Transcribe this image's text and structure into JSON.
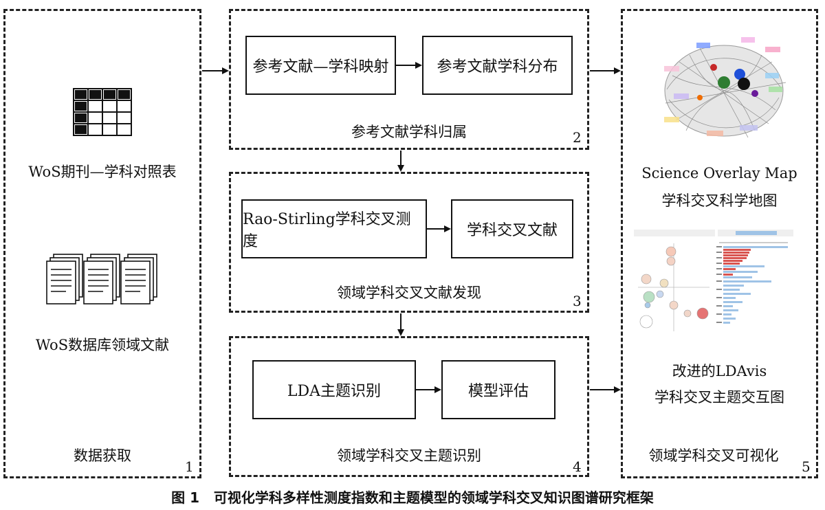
{
  "panel1": {
    "top_label": "WoS期刊—学科对照表",
    "bottom_label": "WoS数据库领域文献",
    "title": "数据获取",
    "number": "1",
    "icons": [
      "table-icon",
      "documents-icon"
    ]
  },
  "panel2": {
    "box_a": "参考文献—学科映射",
    "box_b": "参考文献学科分布",
    "title": "参考文献学科归属",
    "number": "2"
  },
  "panel3": {
    "box_a": "Rao-Stirling学科交叉测度",
    "box_b": "学科交叉文献",
    "title": "领域学科交叉文献发现",
    "number": "3"
  },
  "panel4": {
    "box_a": "LDA主题识别",
    "box_b": "模型评估",
    "title": "领域学科交叉主题识别",
    "number": "4"
  },
  "panel5": {
    "map_label_en": "Science Overlay Map",
    "map_label_cn": "学科交叉科学地图",
    "ldavis_label_1": "改进的LDAvis",
    "ldavis_label_2": "学科交叉主题交互图",
    "title": "领域学科交叉可视化",
    "number": "5"
  },
  "caption": {
    "fig": "图 1",
    "text": "可视化学科多样性测度指数和主题模型的领域学科交叉知识图谱研究框架"
  }
}
